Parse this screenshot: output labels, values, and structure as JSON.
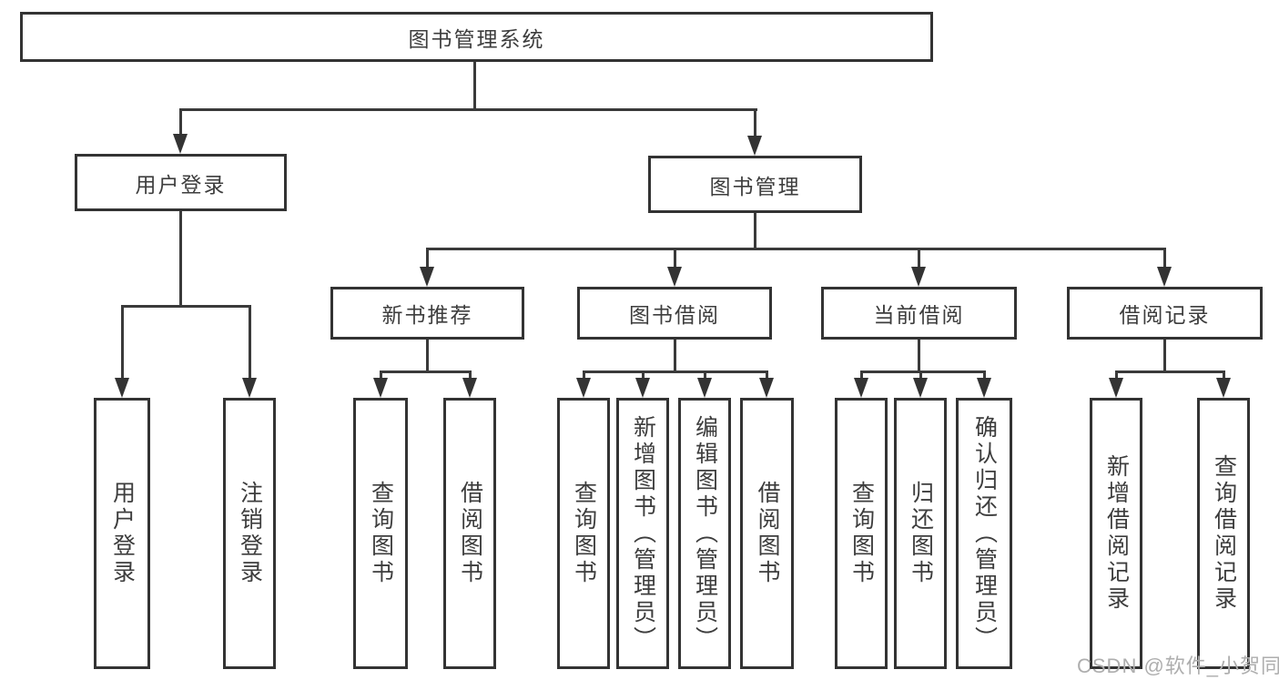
{
  "diagram_title": "图书管理系统",
  "tree": {
    "label": "图书管理系统",
    "children": [
      {
        "label": "用户登录",
        "children": [
          {
            "label": "用户登录"
          },
          {
            "label": "注销登录"
          }
        ]
      },
      {
        "label": "图书管理",
        "children": [
          {
            "label": "新书推荐",
            "children": [
              {
                "label": "查询图书"
              },
              {
                "label": "借阅图书"
              }
            ]
          },
          {
            "label": "图书借阅",
            "children": [
              {
                "label": "查询图书"
              },
              {
                "label": "新增图书（管理员）"
              },
              {
                "label": "编辑图书（管理员）"
              },
              {
                "label": "借阅图书"
              }
            ]
          },
          {
            "label": "当前借阅",
            "children": [
              {
                "label": "查询图书"
              },
              {
                "label": "归还图书"
              },
              {
                "label": "确认归还（管理员）"
              }
            ]
          },
          {
            "label": "借阅记录",
            "children": [
              {
                "label": "新增借阅记录"
              },
              {
                "label": "查询借阅记录"
              }
            ]
          }
        ]
      }
    ]
  },
  "watermark": "CSDN @软件_小贺同学",
  "colors": {
    "line": "#3a3a3a",
    "box_border": "#333333",
    "text": "#3d3d3d",
    "watermark": "#aeaeae",
    "background": "#ffffff"
  }
}
